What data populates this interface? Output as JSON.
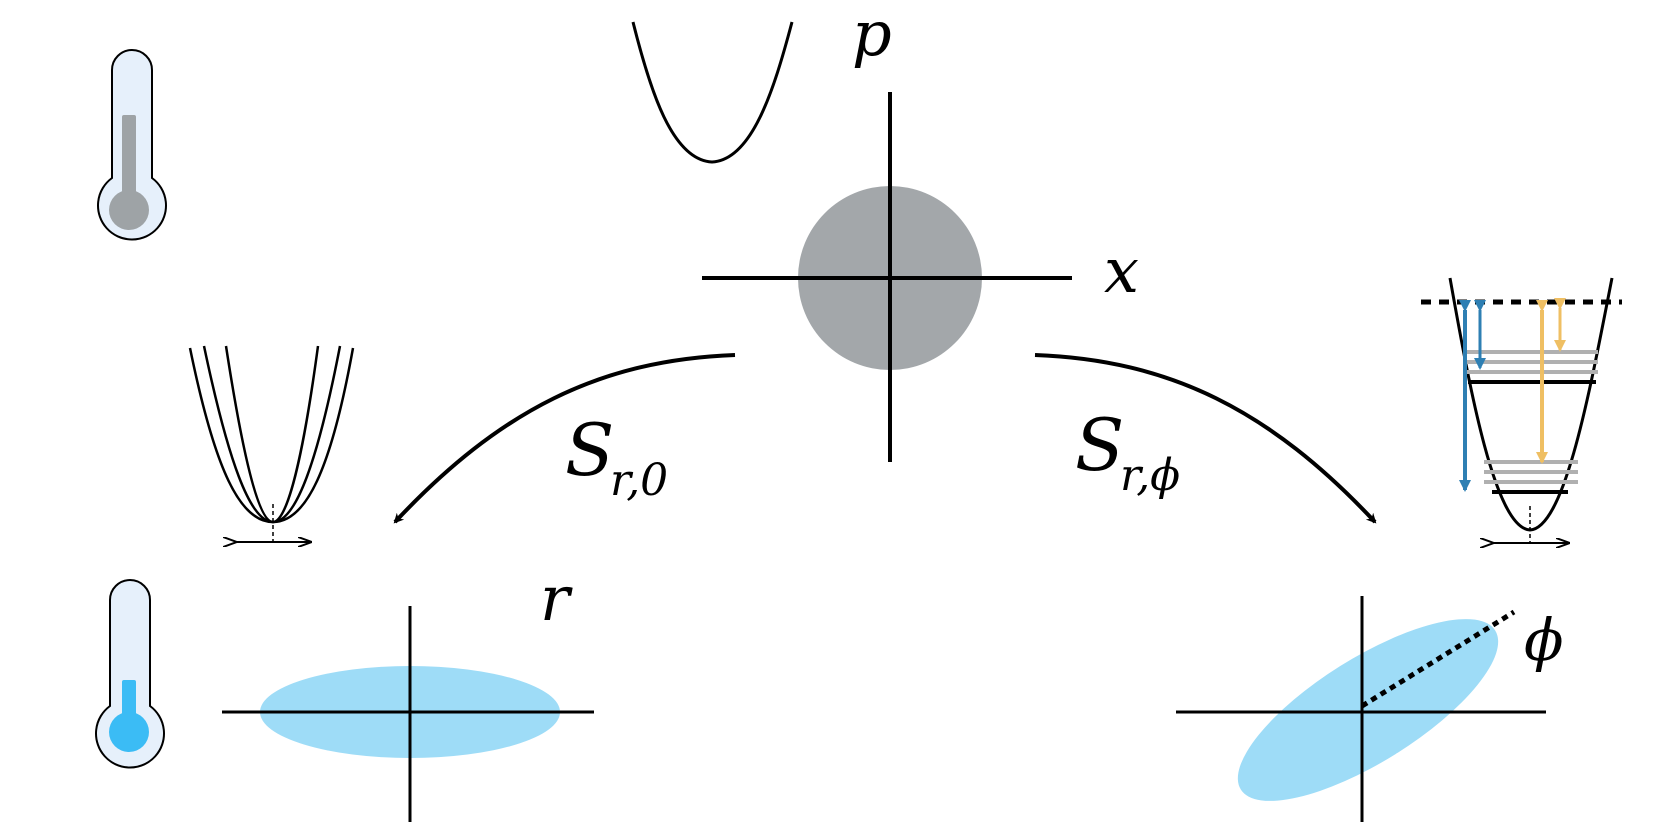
{
  "colors": {
    "ink": "#000000",
    "thermal_gray": "#a3a7aa",
    "squeezed_blue": "#9edcf7",
    "thermo_glass": "#e6f0fb",
    "thermo_cold": "#3bbcf5",
    "thermo_hot_gray": "#9ea3a6",
    "level_gray": "#b0b0b0",
    "arrow_blue": "#2e7fb3",
    "arrow_gold": "#efbf63"
  },
  "labels": {
    "p_axis": "p",
    "x_axis": "x",
    "r_label": "r",
    "phi_label": "ϕ",
    "op_left_main": "S",
    "op_left_sub": "r,0",
    "op_right_main": "S",
    "op_right_sub": "r,ϕ"
  },
  "icons": {
    "thermometer_hot": "thermometer-icon",
    "thermometer_cold": "thermometer-icon"
  }
}
